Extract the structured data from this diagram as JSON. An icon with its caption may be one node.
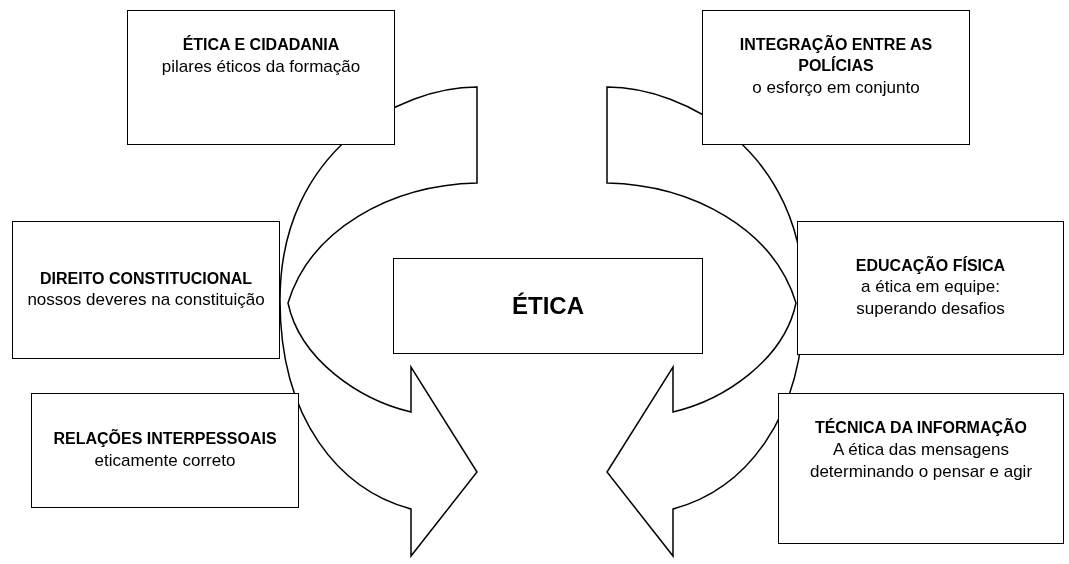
{
  "diagram": {
    "nodes": [
      {
        "text": [
          "ÉTICA E CIDADANIA",
          "pilares éticos da formação"
        ]
      },
      {
        "text": [
          "DIREITO CONSTITUCIONAL",
          "nossos deveres na constituição"
        ]
      },
      {
        "text": [
          "RELAÇÕES INTERPESSOAIS",
          "eticamente correto"
        ]
      },
      {
        "text": [
          "ÉTICA"
        ]
      },
      {
        "text": [
          "INTEGRAÇÃO ENTRE AS POLÍCIAS",
          "o esforço em conjunto"
        ]
      },
      {
        "text": [
          "EDUCAÇÃO FÍSICA",
          "a ética em equipe: superando desafios"
        ]
      },
      {
        "text": [
          "TÉCNICA DA INFORMAÇÃO",
          "A ética das mensagens determinando o pensar e agir"
        ]
      }
    ]
  }
}
